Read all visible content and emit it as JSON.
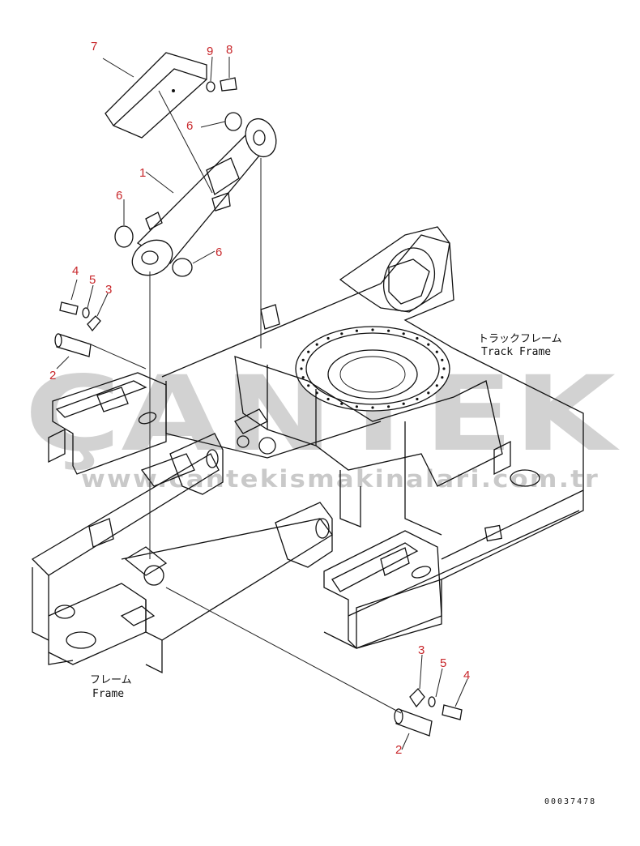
{
  "diagram": {
    "callouts": [
      {
        "id": "callout-7",
        "text": "7"
      },
      {
        "id": "callout-9",
        "text": "9"
      },
      {
        "id": "callout-8",
        "text": "8"
      },
      {
        "id": "callout-6a",
        "text": "6"
      },
      {
        "id": "callout-1",
        "text": "1"
      },
      {
        "id": "callout-6b",
        "text": "6"
      },
      {
        "id": "callout-6c",
        "text": "6"
      },
      {
        "id": "callout-4a",
        "text": "4"
      },
      {
        "id": "callout-5a",
        "text": "5"
      },
      {
        "id": "callout-3a",
        "text": "3"
      },
      {
        "id": "callout-2a",
        "text": "2"
      },
      {
        "id": "callout-3b",
        "text": "3"
      },
      {
        "id": "callout-5b",
        "text": "5"
      },
      {
        "id": "callout-4b",
        "text": "4"
      },
      {
        "id": "callout-2b",
        "text": "2"
      }
    ],
    "labels": {
      "track_frame_jp": "トラックフレーム",
      "track_frame_en": "Track Frame",
      "frame_jp": "フレーム",
      "frame_en": "Frame"
    },
    "document_number": "00037478"
  },
  "watermark": {
    "brand": "ÇANTEK",
    "url": "www.cantekismakinalari.com.tr",
    "color": "#d2d2d2"
  },
  "colors": {
    "line": "#111111",
    "callout": "#c8262a",
    "background": "#ffffff"
  }
}
